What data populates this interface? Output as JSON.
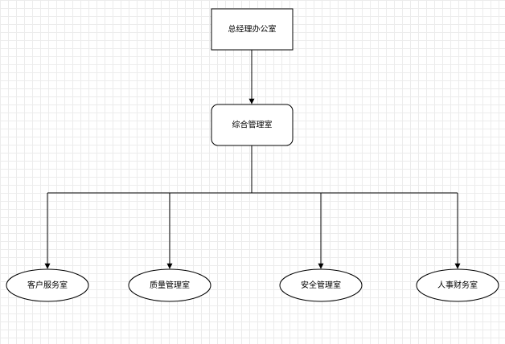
{
  "diagram": {
    "top": {
      "label": "总经理办公室"
    },
    "middle": {
      "label": "综合管理室"
    },
    "departments": [
      {
        "label": "客户服务室"
      },
      {
        "label": "质量管理室"
      },
      {
        "label": "安全管理室"
      },
      {
        "label": "人事财务室"
      }
    ]
  }
}
